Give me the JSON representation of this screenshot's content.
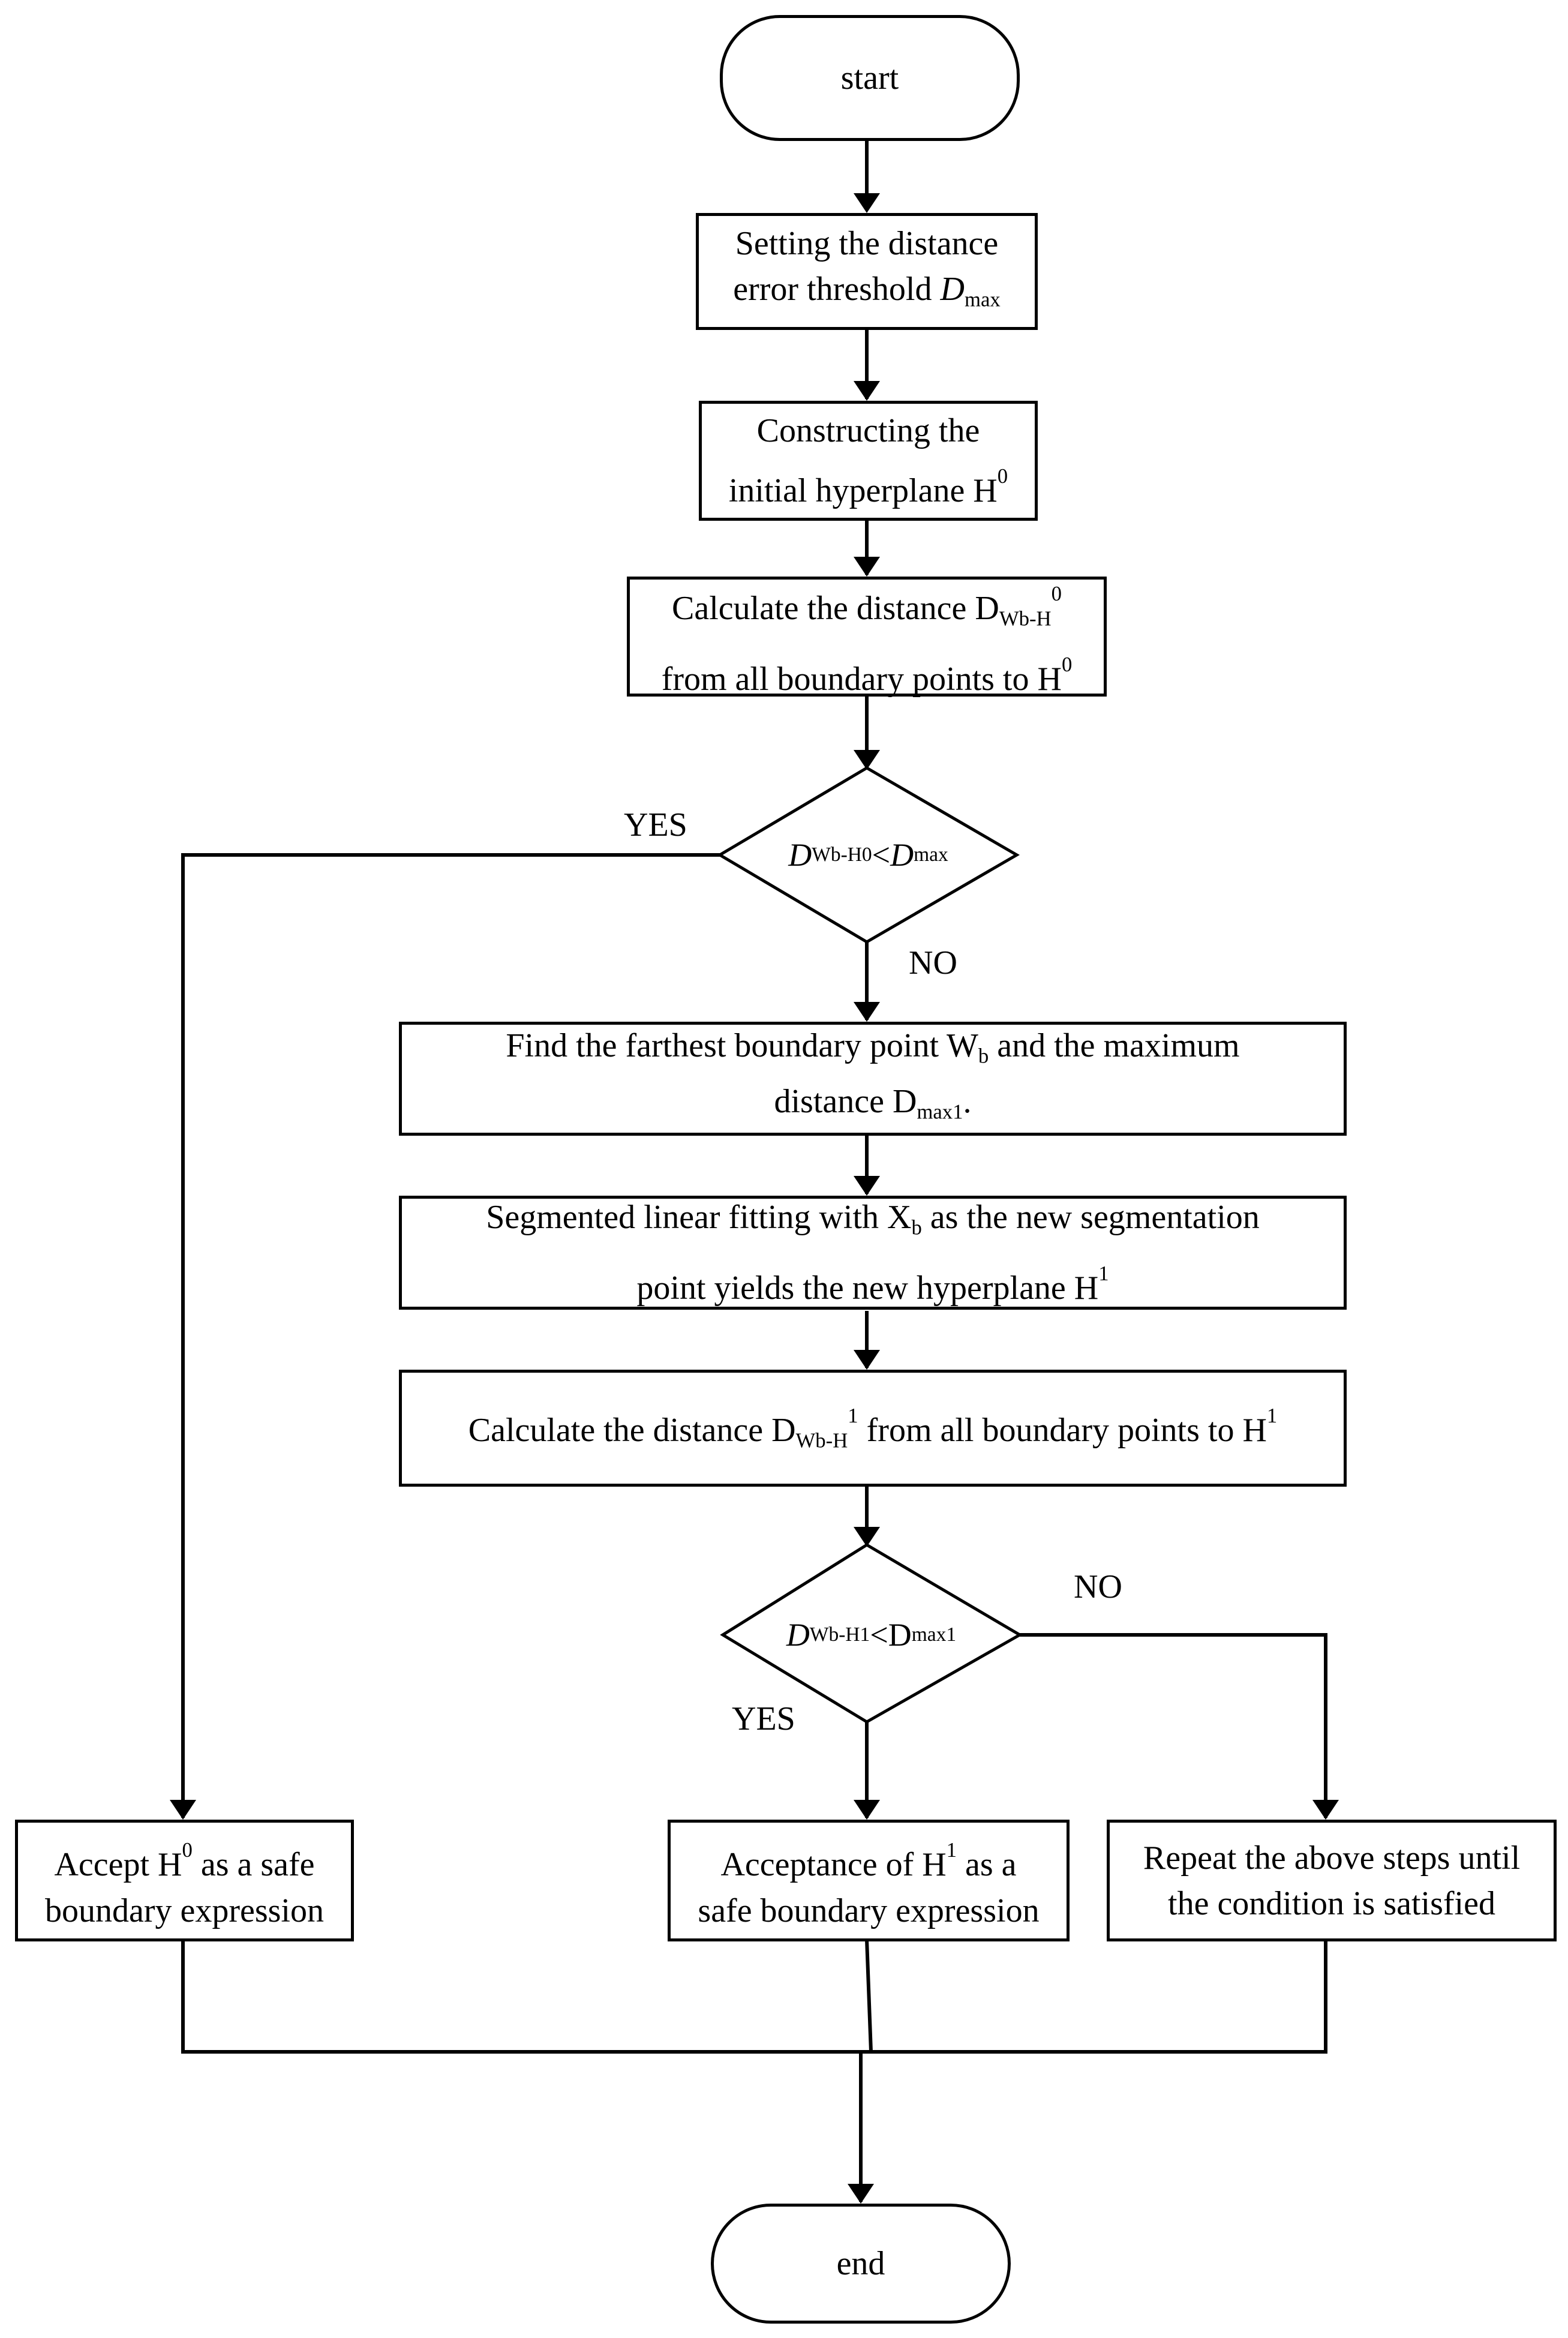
{
  "nodes": {
    "start": {
      "text": "start"
    },
    "set_threshold": {
      "line1": "Setting the distance",
      "line2_pre": "error threshold ",
      "line2_var": "D",
      "line2_sub": "max"
    },
    "construct": {
      "line1": "Constructing the",
      "line2_pre": "initial hyperplane H",
      "line2_sup": "0"
    },
    "calc0": {
      "line1_pre": "Calculate the distance D",
      "line1_sub": "Wb-H",
      "line1_sup": "0",
      "line2_pre": "from all boundary points to H",
      "line2_sup": "0"
    },
    "decision0": {
      "var1": "D",
      "sub1": "Wb-H0",
      "op": "<",
      "var2": "D",
      "sub2": "max"
    },
    "find": {
      "line1_pre": "Find the farthest boundary point W",
      "line1_sub": "b",
      "line1_post": " and the maximum",
      "line2_pre": "distance D",
      "line2_sub": "max1",
      "line2_post": "."
    },
    "segment": {
      "line1_pre": "Segmented linear fitting with X",
      "line1_sub": "b",
      "line1_post": " as the new segmentation",
      "line2_pre": "point yields the new hyperplane H",
      "line2_sup": "1"
    },
    "calc1": {
      "pre": "Calculate the distance D",
      "sub": "Wb-H",
      "sup": "1",
      "mid": " from all boundary points to H",
      "sup2": "1"
    },
    "decision1": {
      "var1": "D",
      "sub1": "Wb-H1",
      "op": "<D",
      "sub2": "max1"
    },
    "accept0": {
      "line1_pre": "Accept H",
      "line1_sup": "0",
      "line1_post": " as a safe",
      "line2": "boundary expression"
    },
    "accept1": {
      "line1_pre": "Acceptance of H",
      "line1_sup": "1",
      "line1_post": " as a",
      "line2": "safe boundary expression"
    },
    "repeat": {
      "line1": "Repeat the above steps until",
      "line2": "the condition is satisfied"
    },
    "end": {
      "text": "end"
    }
  },
  "labels": {
    "yes0": "YES",
    "no0": "NO",
    "no1": "NO",
    "yes1": "YES"
  }
}
